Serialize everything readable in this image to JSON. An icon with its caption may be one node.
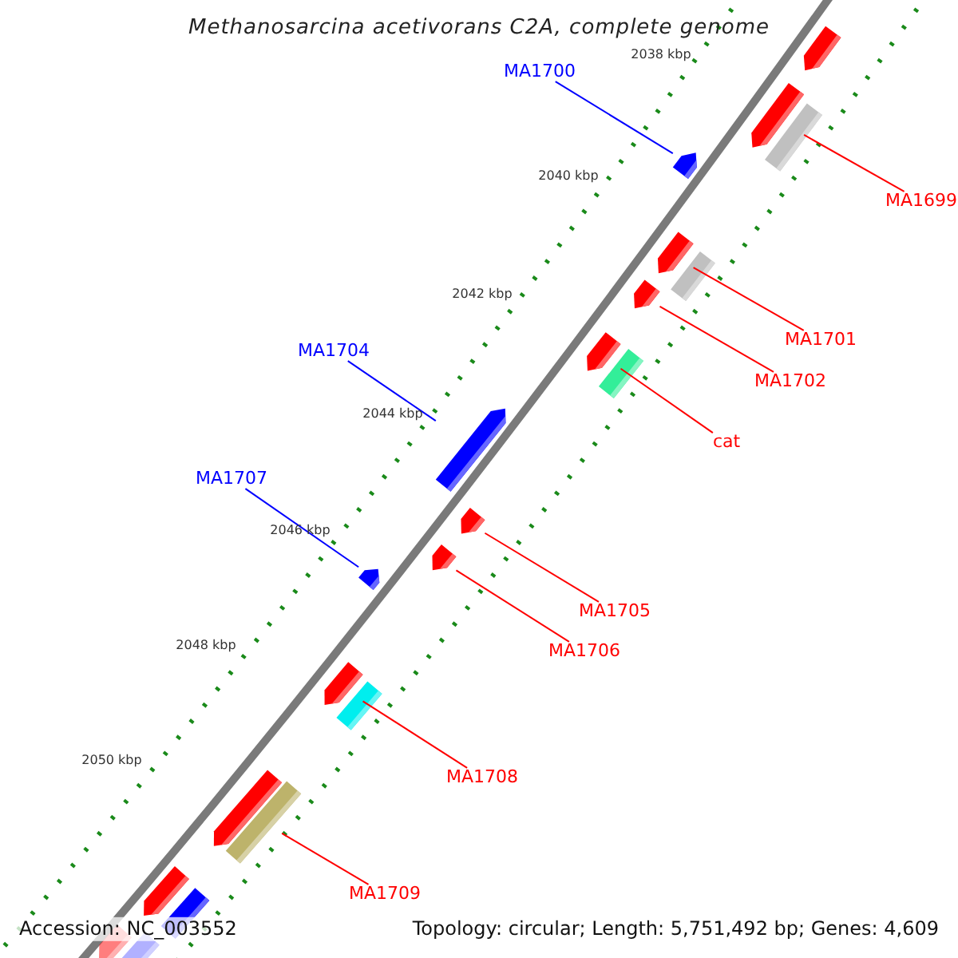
{
  "diagram": {
    "title": "Methanosarcina acetivorans C2A, complete genome",
    "nodes": [
      {
        "text": [
          "MA1700"
        ]
      },
      {
        "text": [],
        "shape": "bar"
      },
      {
        "text": [
          "MA1699"
        ]
      },
      {
        "text": [],
        "shape": "bar"
      },
      {
        "text": [
          "MA1701"
        ]
      },
      {
        "text": [],
        "shape": "bar"
      },
      {
        "text": [
          "MA1702"
        ]
      },
      {
        "text": [],
        "shape": "bar"
      },
      {
        "text": [
          "cat"
        ]
      },
      {
        "text": [],
        "shape": "bar"
      },
      {
        "text": [
          "MA1704"
        ]
      },
      {
        "text": [],
        "shape": "bar"
      },
      {
        "text": [
          "MA1707"
        ]
      },
      {
        "text": [],
        "shape": "bar"
      },
      {
        "text": [
          "MA1705"
        ]
      },
      {
        "text": [],
        "shape": "bar"
      },
      {
        "text": [
          "MA1706"
        ]
      },
      {
        "text": [],
        "shape": "bar"
      },
      {
        "text": [
          "MA1708"
        ]
      },
      {
        "text": [],
        "shape": "bar"
      },
      {
        "text": [
          "MA1709"
        ]
      },
      {
        "text": [],
        "shape": "bar"
      },
      {
        "text": [],
        "shape": "bar"
      },
      {
        "text": [],
        "shape": "bar"
      },
      {
        "text": [],
        "shape": "bar"
      },
      {
        "text": [],
        "shape": "bar"
      },
      {
        "text": [],
        "shape": "bar"
      },
      {
        "text": [],
        "shape": "bar"
      },
      {
        "text": [],
        "shape": "bar"
      },
      {
        "text": [],
        "shape": "bar"
      },
      {
        "text": [],
        "shape": "bar"
      },
      {
        "text": [],
        "shape": "bar"
      }
    ],
    "edges": [
      {
        "from": 0,
        "to": 1,
        "arrow": "none",
        "color": "#0000ff"
      },
      {
        "from": 2,
        "to": 3,
        "arrow": "none"
      },
      {
        "from": 4,
        "to": 5,
        "arrow": "none"
      },
      {
        "from": 6,
        "to": 7,
        "arrow": "none"
      },
      {
        "from": 8,
        "to": 9,
        "arrow": "none"
      },
      {
        "from": 10,
        "to": 11,
        "arrow": "none",
        "color": "#0000ff"
      },
      {
        "from": 12,
        "to": 13,
        "arrow": "none",
        "color": "#0000ff"
      },
      {
        "from": 14,
        "to": 15,
        "arrow": "none"
      },
      {
        "from": 16,
        "to": 17,
        "arrow": "none"
      },
      {
        "from": 18,
        "to": 19,
        "arrow": "none"
      },
      {
        "from": 20,
        "to": 21,
        "arrow": "none"
      }
    ],
    "labels": [
      "2038 kbp",
      "2040 kbp",
      "2042 kbp",
      "2044 kbp",
      "2046 kbp",
      "2048 kbp",
      "2050 kbp",
      "Accession: NC_003552",
      "Topology: circular; Length: 5,751,492 bp; Genes: 4,609"
    ]
  }
}
